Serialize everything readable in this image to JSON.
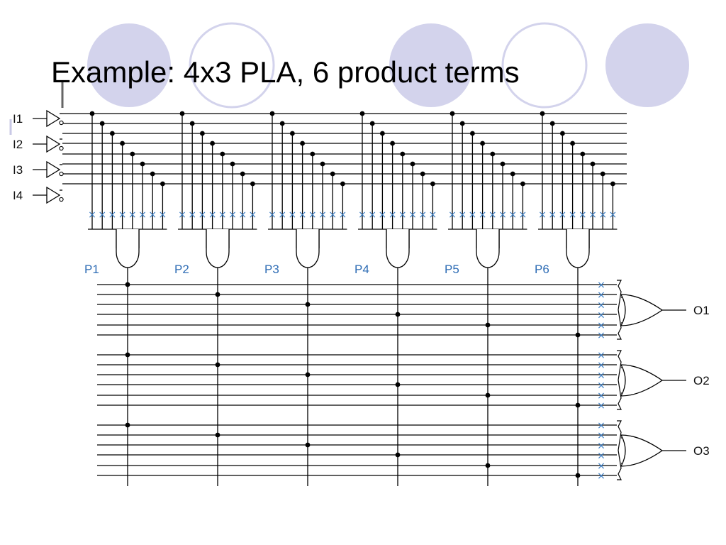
{
  "slide": {
    "title": "Example: 4x3 PLA, 6 product terms"
  },
  "inputs": [
    "I1",
    "I2",
    "I3",
    "I4"
  ],
  "product_terms": [
    "P1",
    "P2",
    "P3",
    "P4",
    "P5",
    "P6"
  ],
  "outputs": [
    "O1",
    "O2",
    "O3"
  ],
  "colors": {
    "decor_circle": "#d3d3ec",
    "programmable_fuse": "#3d7fc4",
    "label_blue": "#2f6db5",
    "wire": "#000000"
  }
}
